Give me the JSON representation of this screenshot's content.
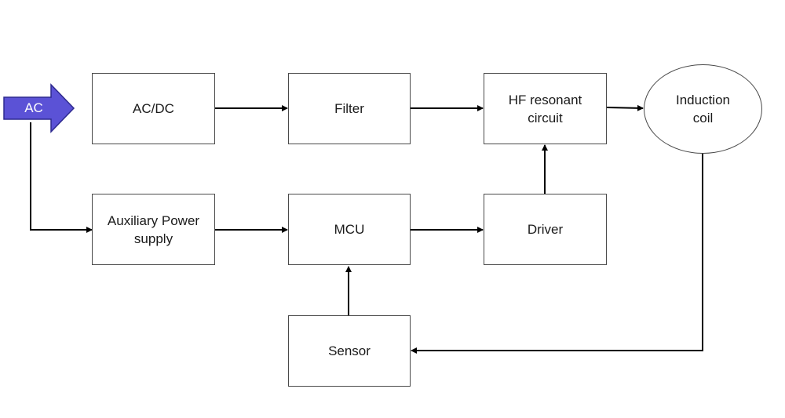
{
  "colors": {
    "ac_fill": "#5b52d6",
    "ac_stroke": "#2e2a8f",
    "box_border": "#4a4a4a",
    "wire": "#000000"
  },
  "nodes": {
    "ac_source": "AC",
    "acdc": "AC/DC",
    "filter": "Filter",
    "hf_resonant": "HF resonant\ncircuit",
    "induction_coil": "Induction\ncoil",
    "aux_power": "Auxiliary Power\nsupply",
    "mcu": "MCU",
    "driver": "Driver",
    "sensor": "Sensor"
  },
  "connections": [
    {
      "from": "ac_source",
      "to": "acdc"
    },
    {
      "from": "acdc",
      "to": "filter"
    },
    {
      "from": "filter",
      "to": "hf_resonant"
    },
    {
      "from": "hf_resonant",
      "to": "induction_coil"
    },
    {
      "from": "ac_source",
      "to": "aux_power"
    },
    {
      "from": "aux_power",
      "to": "mcu"
    },
    {
      "from": "mcu",
      "to": "driver"
    },
    {
      "from": "driver",
      "to": "hf_resonant"
    },
    {
      "from": "sensor",
      "to": "mcu"
    },
    {
      "from": "induction_coil",
      "to": "sensor"
    }
  ]
}
